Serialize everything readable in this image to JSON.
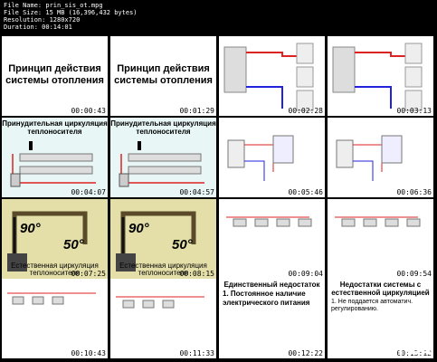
{
  "header": {
    "file_name": "File Name: prin_sis_ot.mpg",
    "file_size": "File Size: 15 MB (16,396,432 bytes)",
    "resolution": "Resolution: 1280x720",
    "duration": "Duration: 00:14:01"
  },
  "thumbs": [
    {
      "timestamp": "00:00:43",
      "text": "Принцип действия системы отопления"
    },
    {
      "timestamp": "00:01:29",
      "text": "Принцип действия системы отопления"
    },
    {
      "timestamp": "00:02:28",
      "text": ""
    },
    {
      "timestamp": "00:03:13",
      "text": ""
    },
    {
      "timestamp": "00:04:07",
      "text": "Принудительная циркуляция теплоносителя"
    },
    {
      "timestamp": "00:04:57",
      "text": "Принудительная циркуляция теплоносителя"
    },
    {
      "timestamp": "00:05:46",
      "text": ""
    },
    {
      "timestamp": "00:06:36",
      "text": ""
    },
    {
      "timestamp": "00:07:25",
      "temp1": "90°",
      "temp2": "50°",
      "text": "Естественная циркуляция теплоносителя"
    },
    {
      "timestamp": "00:08:15",
      "temp1": "90°",
      "temp2": "50°",
      "text": "Естественная циркуляция теплоносителя"
    },
    {
      "timestamp": "00:09:04",
      "text": ""
    },
    {
      "timestamp": "00:09:54",
      "text": ""
    },
    {
      "timestamp": "00:10:43",
      "text": ""
    },
    {
      "timestamp": "00:11:33",
      "text": ""
    },
    {
      "timestamp": "00:12:22",
      "title": "Единственный недостаток",
      "line": "1. Постоянное наличие электрического питания"
    },
    {
      "timestamp": "00:13:12",
      "title": "Недостатки системы с естественной циркуляцией",
      "line": "1. Не поддается автоматич. регулированию."
    }
  ],
  "brand": "KNIG.AT.UA"
}
